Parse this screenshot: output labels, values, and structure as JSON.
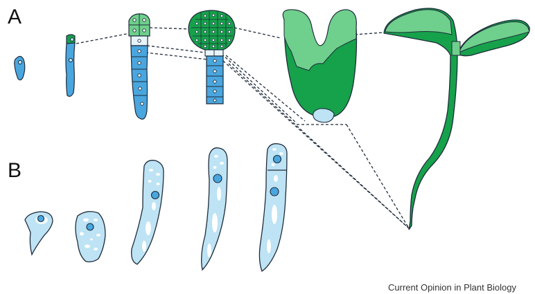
{
  "panels": {
    "a_label": "A",
    "b_label": "B"
  },
  "credit": "Current Opinion in Plant Biology",
  "colors": {
    "basal_blue": "#4aa6de",
    "light_blue": "#bde3f4",
    "pale_blue": "#e6f4fb",
    "green_dark": "#16a14b",
    "green_light": "#6fcf8c",
    "outline": "#1e2b3a"
  }
}
